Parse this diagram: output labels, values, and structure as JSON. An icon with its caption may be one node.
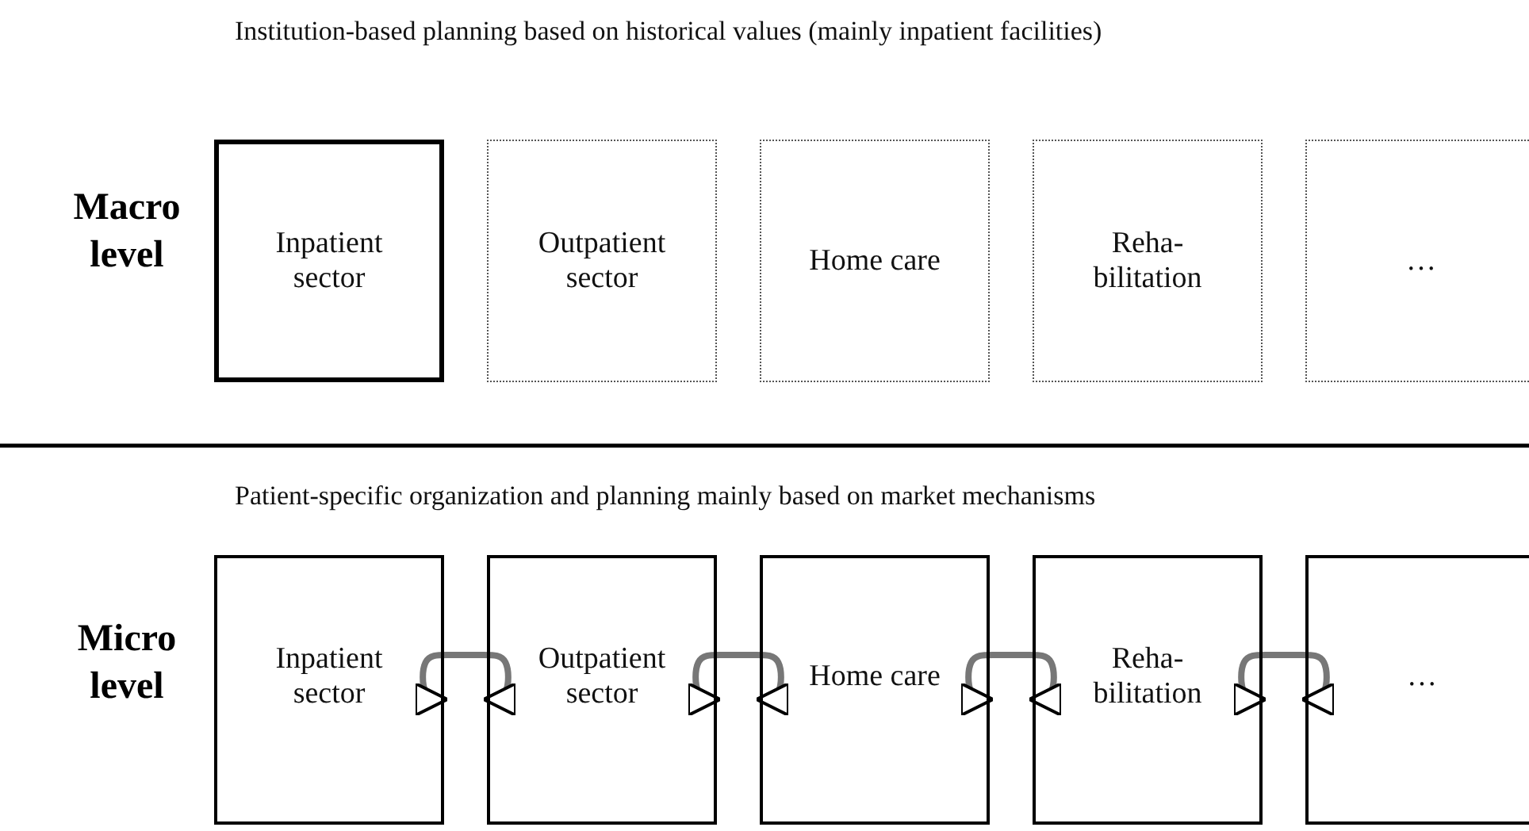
{
  "diagram": {
    "nodes": [
      {
        "text": [
          "Inpatient sector"
        ]
      },
      {
        "text": [
          "Outpatient sector"
        ]
      },
      {
        "text": [
          "Home care"
        ]
      },
      {
        "text": [
          "Reha- bilitation"
        ]
      },
      {
        "text": [
          "…"
        ]
      },
      {
        "text": [
          "Inpatient sector"
        ]
      },
      {
        "text": [
          "Outpatient sector"
        ]
      },
      {
        "text": [
          "Home care"
        ]
      },
      {
        "text": [
          "Reha- bilitation"
        ]
      },
      {
        "text": [
          "…"
        ]
      }
    ],
    "edges": [
      {
        "from": 5,
        "to": 6,
        "arrow": "both"
      },
      {
        "from": 6,
        "to": 7,
        "arrow": "both"
      },
      {
        "from": 7,
        "to": 8,
        "arrow": "both"
      },
      {
        "from": 8,
        "to": 9,
        "arrow": "both"
      }
    ],
    "labels": [
      "Institution-based planning based on historical values (mainly inpatient facilities)",
      "Macro level",
      "Patient-specific organization and planning mainly based on market mechanisms",
      "Micro level"
    ]
  }
}
